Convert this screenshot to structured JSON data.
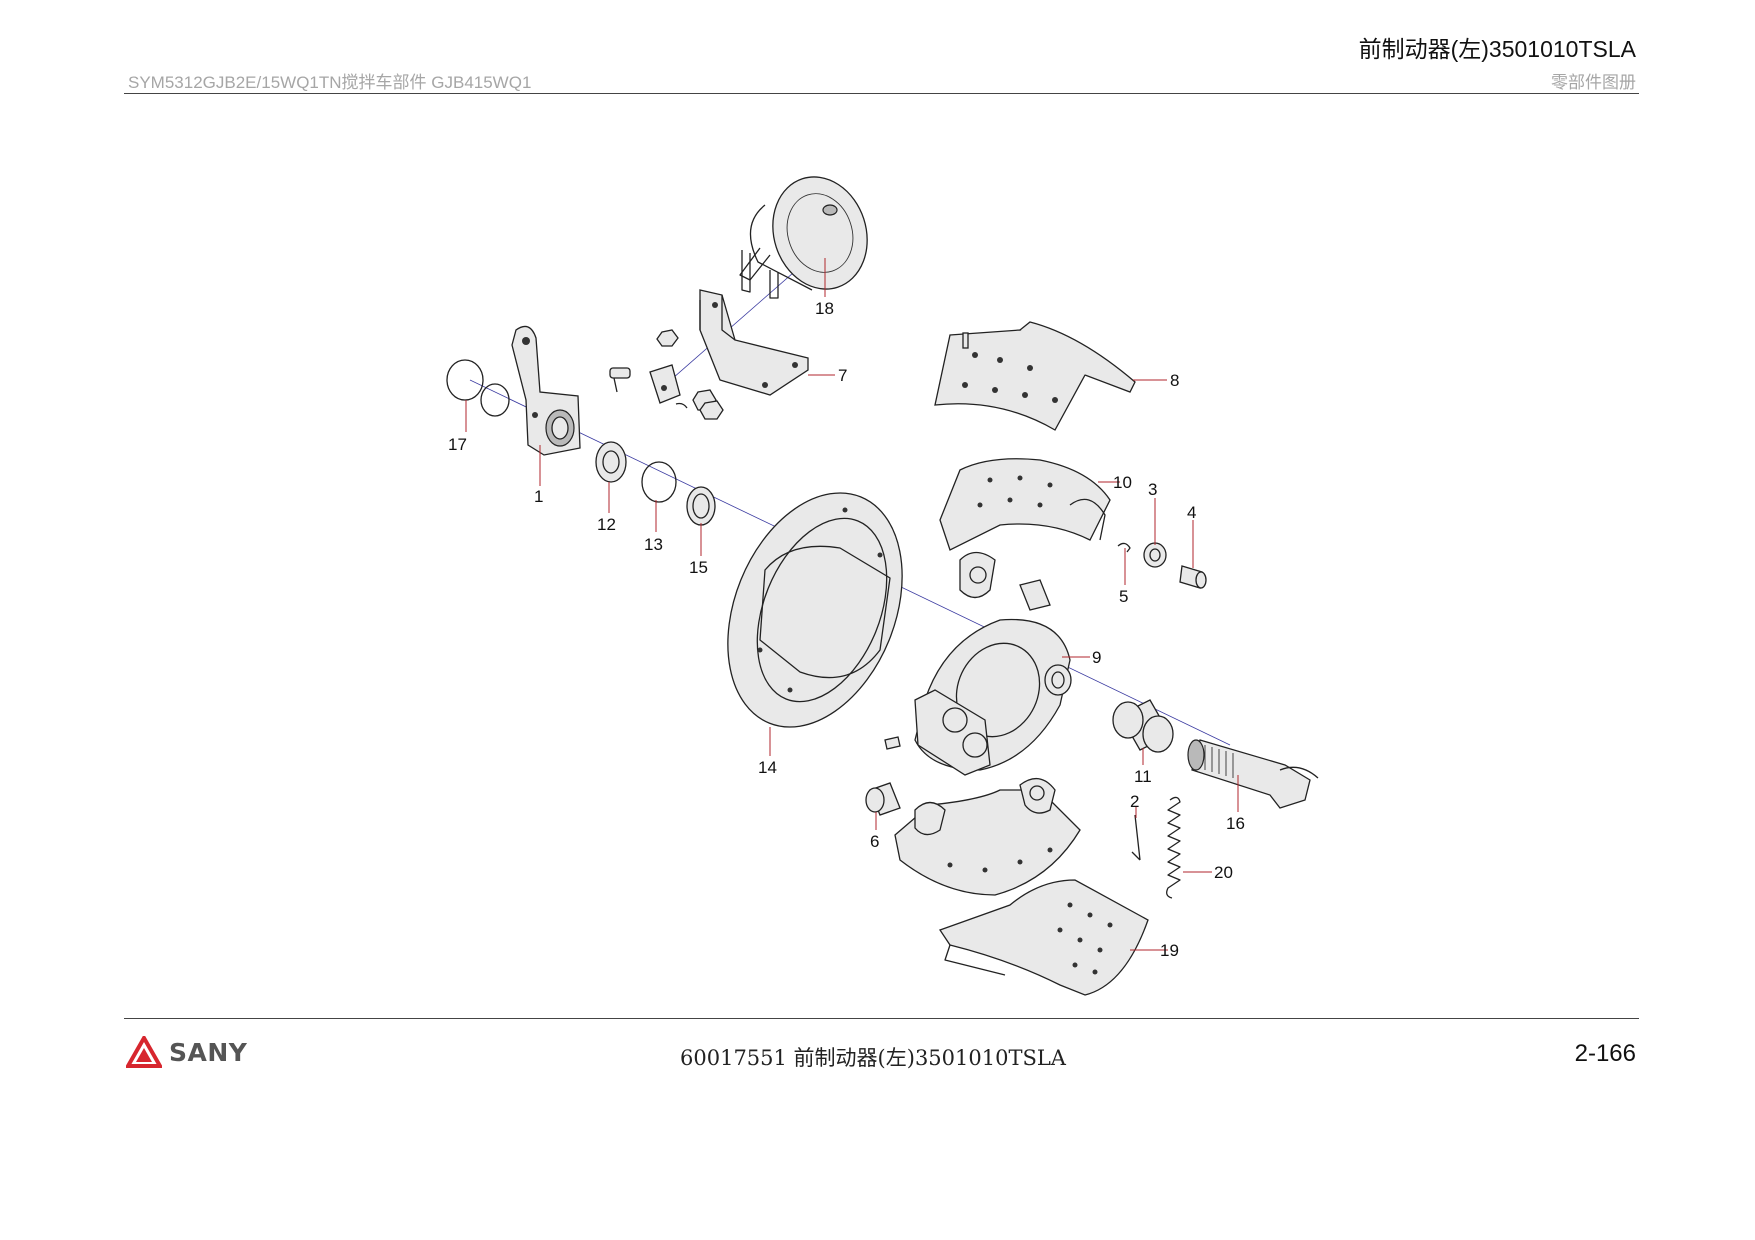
{
  "header": {
    "title": "前制动器(左)3501010TSLA",
    "subtitle_left": "SYM5312GJB2E/15WQ1TN搅拌车部件 GJB415WQ1",
    "subtitle_right": "零部件图册"
  },
  "footer": {
    "brand": "SANY",
    "document_line": "60017551  前制动器(左)3501010TSLA",
    "page_number": "2-166"
  },
  "callouts": [
    "1",
    "2",
    "3",
    "4",
    "5",
    "6",
    "7",
    "8",
    "9",
    "10",
    "11",
    "12",
    "13",
    "14",
    "15",
    "16",
    "17",
    "18",
    "19",
    "20"
  ],
  "colors": {
    "leader": "#b0262c",
    "axis": "#3a3aa0",
    "logo_red": "#d7262e",
    "header_gray": "#a6a6a6"
  }
}
